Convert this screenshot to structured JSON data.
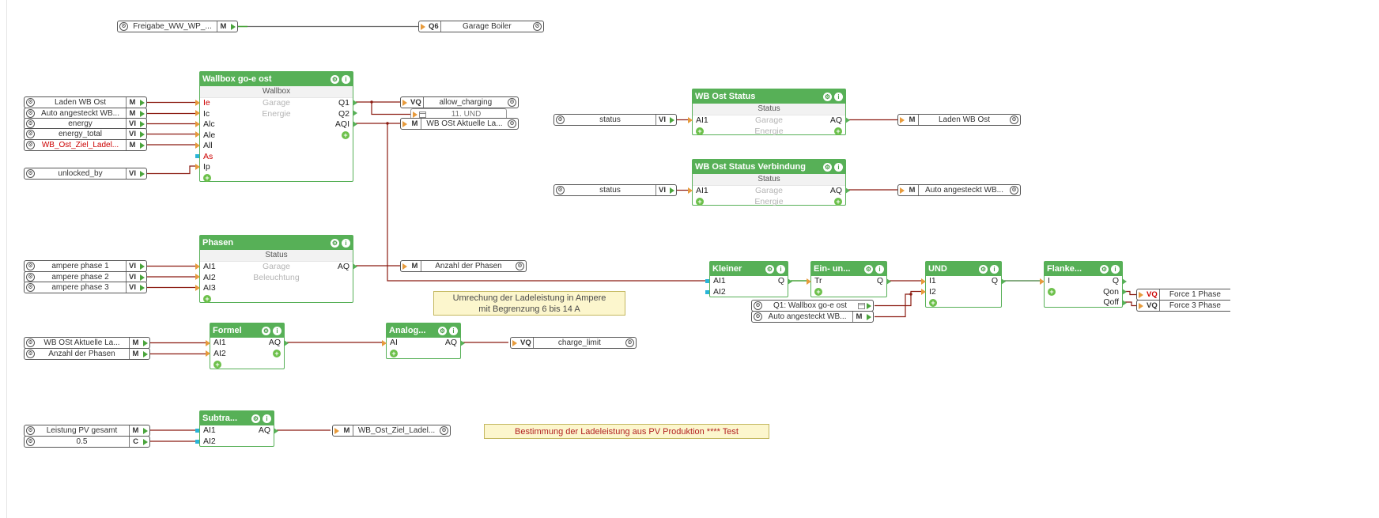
{
  "icons": {
    "gear": "⚙",
    "info": "i",
    "plus": "+"
  },
  "colors": {
    "block_green": "#57b057",
    "wire_red": "#8b1a10",
    "wire_green": "#4aa43c",
    "pin_orange": "#e79b3c",
    "pin_cyan": "#2ab5d8",
    "note_yellow": "#fcf6cd",
    "alert_red": "#cc0000"
  },
  "blocks": {
    "wallbox": {
      "title": "Wallbox go-e ost",
      "type": "Wallbox",
      "room": "Garage",
      "category": "Energie",
      "inputs": [
        "Ie",
        "Ic",
        "Alc",
        "Ale",
        "All",
        "As",
        "Ip"
      ],
      "outputs": [
        "Q1",
        "Q2",
        "AQI"
      ]
    },
    "wb_status": {
      "title": "WB Ost Status",
      "type": "Status",
      "room": "Garage",
      "category": "Energie",
      "inputs": [
        "AI1"
      ],
      "outputs": [
        "AQ"
      ]
    },
    "wb_status_verbindung": {
      "title": "WB Ost Status Verbindung",
      "type": "Status",
      "room": "Garage",
      "category": "Energie",
      "inputs": [
        "AI1"
      ],
      "outputs": [
        "AQ"
      ]
    },
    "phasen": {
      "title": "Phasen",
      "type": "Status",
      "room": "Garage",
      "category": "Beleuchtung",
      "inputs": [
        "AI1",
        "AI2",
        "AI3"
      ],
      "outputs": [
        "AQ"
      ]
    },
    "formel": {
      "title": "Formel",
      "inputs": [
        "AI1",
        "AI2"
      ],
      "outputs": [
        "AQ"
      ]
    },
    "analogwert": {
      "title": "Analog...",
      "inputs": [
        "AI"
      ],
      "outputs": [
        "AQ"
      ]
    },
    "subtraktion": {
      "title": "Subtra...",
      "inputs": [
        "AI1",
        "AI2"
      ],
      "outputs": [
        "AQ"
      ]
    },
    "kleiner": {
      "title": "Kleiner",
      "inputs": [
        "AI1",
        "AI2"
      ],
      "outputs": [
        "Q"
      ]
    },
    "ein_aus": {
      "title": "Ein- un...",
      "inputs": [
        "Tr"
      ],
      "outputs": [
        "Q"
      ]
    },
    "und": {
      "title": "UND",
      "inputs": [
        "I1",
        "I2"
      ],
      "outputs": [
        "Q"
      ]
    },
    "flanke": {
      "title": "Flanke...",
      "inputs": [
        "I"
      ],
      "outputs": [
        "Q",
        "Qon",
        "Qoff"
      ]
    }
  },
  "connectors": {
    "freigabe": {
      "label": "Freigabe_WW_WP_...",
      "badge": "M"
    },
    "garage_boiler": {
      "badge": "Q6",
      "label": "Garage Boiler"
    },
    "laden_wb_ost_in": {
      "label": "Laden WB Ost",
      "badge": "M"
    },
    "auto_angesteckt_in": {
      "label": "Auto angesteckt WB...",
      "badge": "M"
    },
    "energy": {
      "label": "energy",
      "badge": "VI"
    },
    "energy_total": {
      "label": "energy_total",
      "badge": "VI"
    },
    "wb_ost_ziel_in": {
      "label": "WB_Ost_Ziel_Ladel...",
      "badge": "M"
    },
    "unlocked_by": {
      "label": "unlocked_by",
      "badge": "VI"
    },
    "allow_charging": {
      "badge": "VQ",
      "label": "allow_charging"
    },
    "und_page_ref": {
      "label": "11. UND"
    },
    "wb_aktuelle_out": {
      "badge": "M",
      "label": "WB OSt Aktuelle La..."
    },
    "status_1": {
      "label": "status",
      "badge": "VI"
    },
    "laden_wb_ost_out": {
      "badge": "M",
      "label": "Laden WB Ost"
    },
    "status_2": {
      "label": "status",
      "badge": "VI"
    },
    "auto_angesteckt_out": {
      "badge": "M",
      "label": "Auto angesteckt WB..."
    },
    "ampere_phase_1": {
      "label": "ampere phase 1",
      "badge": "VI"
    },
    "ampere_phase_2": {
      "label": "ampere phase 2",
      "badge": "VI"
    },
    "ampere_phase_3": {
      "label": "ampere phase 3",
      "badge": "VI"
    },
    "anzahl_phasen_out": {
      "badge": "M",
      "label": "Anzahl der Phasen"
    },
    "q1_wallbox_ref": {
      "label": "Q1: Wallbox go-e ost"
    },
    "auto_angesteckt_ref": {
      "label": "Auto angesteckt WB...",
      "badge": "M"
    },
    "force_1_phase": {
      "badge": "VQ",
      "label": "Force 1 Phase"
    },
    "force_3_phase": {
      "badge": "VQ",
      "label": "Force 3 Phase"
    },
    "wb_aktuelle_ref": {
      "label": "WB OSt Aktuelle La...",
      "badge": "M"
    },
    "anzahl_phasen_ref": {
      "label": "Anzahl der Phasen",
      "badge": "M"
    },
    "charge_limit": {
      "badge": "VQ",
      "label": "charge_limit"
    },
    "leistung_pv": {
      "label": "Leistung PV gesamt",
      "badge": "M"
    },
    "const_05": {
      "label": "0.5",
      "badge": "C"
    },
    "wb_ost_ziel_out": {
      "badge": "M",
      "label": "WB_Ost_Ziel_Ladel..."
    }
  },
  "notes": {
    "ampere_line1": "Umrechung der Ladeleistung in Ampere",
    "ampere_line2": "mit Begrenzung  6 bis 14 A",
    "pv": "Bestimmung der Ladeleistung aus PV Produktion  **** Test"
  }
}
